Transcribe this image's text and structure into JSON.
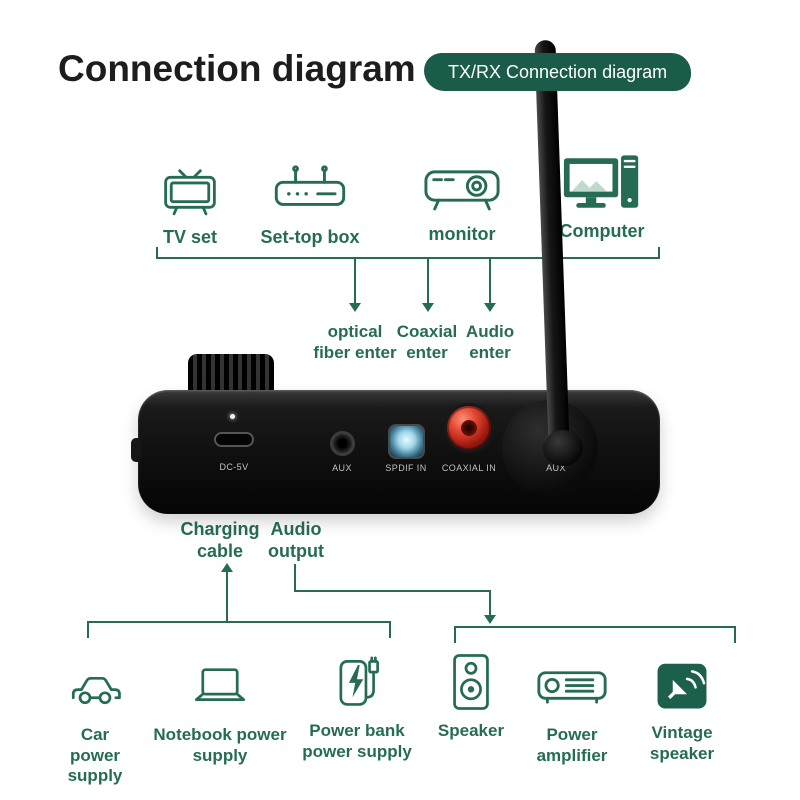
{
  "header": {
    "title": "Connection diagram",
    "badge": "TX/RX Connection diagram"
  },
  "sources": [
    {
      "label": "TV set"
    },
    {
      "label": "Set-top box"
    },
    {
      "label": "monitor"
    },
    {
      "label": "Computer"
    }
  ],
  "inputs": [
    {
      "label": "optical\nfiber enter"
    },
    {
      "label": "Coaxial\nenter"
    },
    {
      "label": "Audio\nenter"
    }
  ],
  "device": {
    "ports": [
      {
        "label": "DC-5V"
      },
      {
        "label": "AUX"
      },
      {
        "label": "SPDIF IN"
      },
      {
        "label": "COAXIAL IN"
      },
      {
        "label": "AUX"
      }
    ]
  },
  "connections": {
    "charging": "Charging\ncable",
    "audio_out": "Audio\noutput"
  },
  "power_sources": [
    {
      "label": "Car\npower supply"
    },
    {
      "label": "Notebook power\nsupply"
    },
    {
      "label": "Power bank\npower supply"
    }
  ],
  "audio_devices": [
    {
      "label": "Speaker"
    },
    {
      "label": "Power\namplifier"
    },
    {
      "label": "Vintage\nspeaker"
    }
  ],
  "colors": {
    "accent_green": "#266c55",
    "badge_green": "#1b5b4a"
  }
}
